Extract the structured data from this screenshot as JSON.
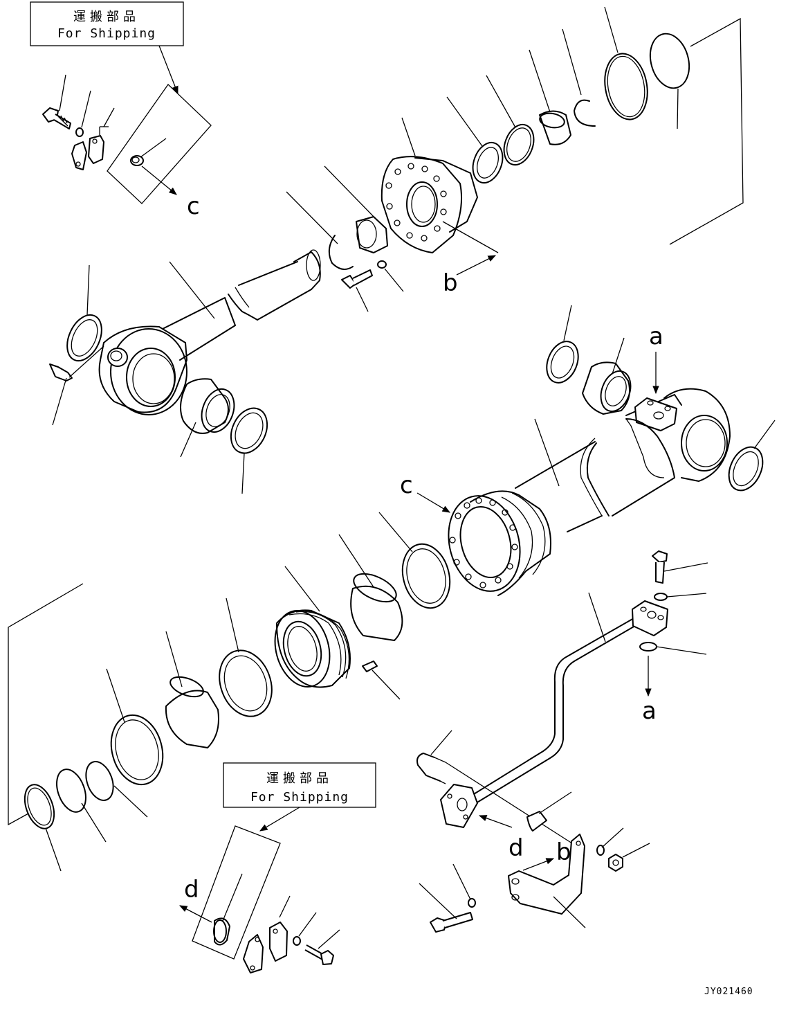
{
  "shipping_label_top": {
    "jp": "運搬部品",
    "en": "For Shipping"
  },
  "shipping_label_bottom": {
    "jp": "運搬部品",
    "en": "For Shipping"
  },
  "reference_letters": {
    "a_top": "a",
    "a_bottom": "a",
    "b_mid": "b",
    "b_bottom": "b",
    "c_top": "c",
    "c_mid": "c",
    "d_left": "d",
    "d_right": "d"
  },
  "drawing_code": "JY021460"
}
